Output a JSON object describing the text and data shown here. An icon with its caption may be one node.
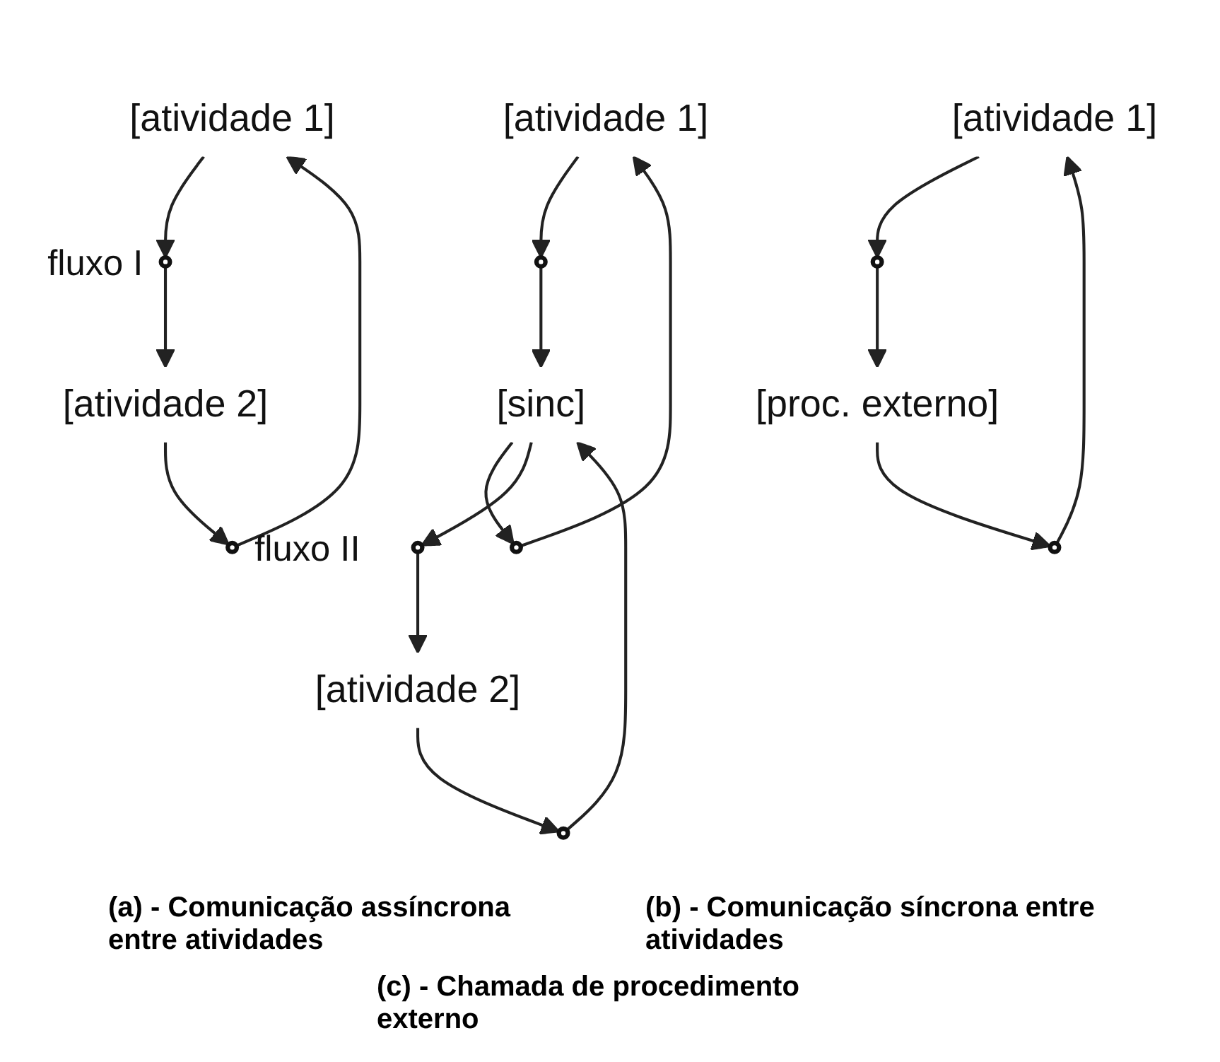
{
  "diagram": {
    "nodes": [
      {
        "text": [
          "[atividade 1]"
        ]
      },
      {
        "text": [],
        "shape": "circle",
        "beside": [
          "fluxo I"
        ]
      },
      {
        "text": [],
        "shape": "circle",
        "beside": [
          "fluxo II"
        ]
      },
      {
        "text": [
          "[atividade 2]"
        ]
      },
      {
        "text": [
          "[atividade 1]"
        ]
      },
      {
        "text": [],
        "shape": "circle"
      },
      {
        "text": [],
        "shape": "circle"
      },
      {
        "text": [
          "[sinc]"
        ]
      },
      {
        "text": [],
        "shape": "circle"
      },
      {
        "text": [],
        "shape": "circle"
      },
      {
        "text": [
          "[atividade 2]"
        ]
      },
      {
        "text": [
          "[atividade 1]"
        ]
      },
      {
        "text": [],
        "shape": "circle"
      },
      {
        "text": [],
        "shape": "circle"
      },
      {
        "text": [
          "[proc. externo]"
        ]
      }
    ],
    "edges": [
      {
        "from": 0,
        "to": 1,
        "arrow": "to"
      },
      {
        "from": 1,
        "to": 3,
        "arrow": "to"
      },
      {
        "from": 3,
        "to": 2,
        "arrow": "to"
      },
      {
        "from": 2,
        "to": 0,
        "arrow": "to"
      },
      {
        "from": 4,
        "to": 5,
        "arrow": "to"
      },
      {
        "from": 5,
        "to": 7,
        "arrow": "to"
      },
      {
        "from": 7,
        "to": 6,
        "arrow": "to"
      },
      {
        "from": 6,
        "to": 4,
        "arrow": "to"
      },
      {
        "from": 10,
        "to": 8,
        "arrow": "to"
      },
      {
        "from": 8,
        "to": 7,
        "arrow": "to"
      },
      {
        "from": 7,
        "to": 9,
        "arrow": "to"
      },
      {
        "from": 9,
        "to": 10,
        "arrow": "to"
      },
      {
        "from": 11,
        "to": 12,
        "arrow": "to"
      },
      {
        "from": 12,
        "to": 14,
        "arrow": "to"
      },
      {
        "from": 14,
        "to": 13,
        "arrow": "to"
      },
      {
        "from": 13,
        "to": 11,
        "arrow": "to"
      }
    ],
    "labels": [
      "(a) - Comunicação assíncrona entre atividades",
      "(b) - Comunicação síncrona entre atividades",
      "(c) - Chamada de procedimento externo"
    ]
  }
}
